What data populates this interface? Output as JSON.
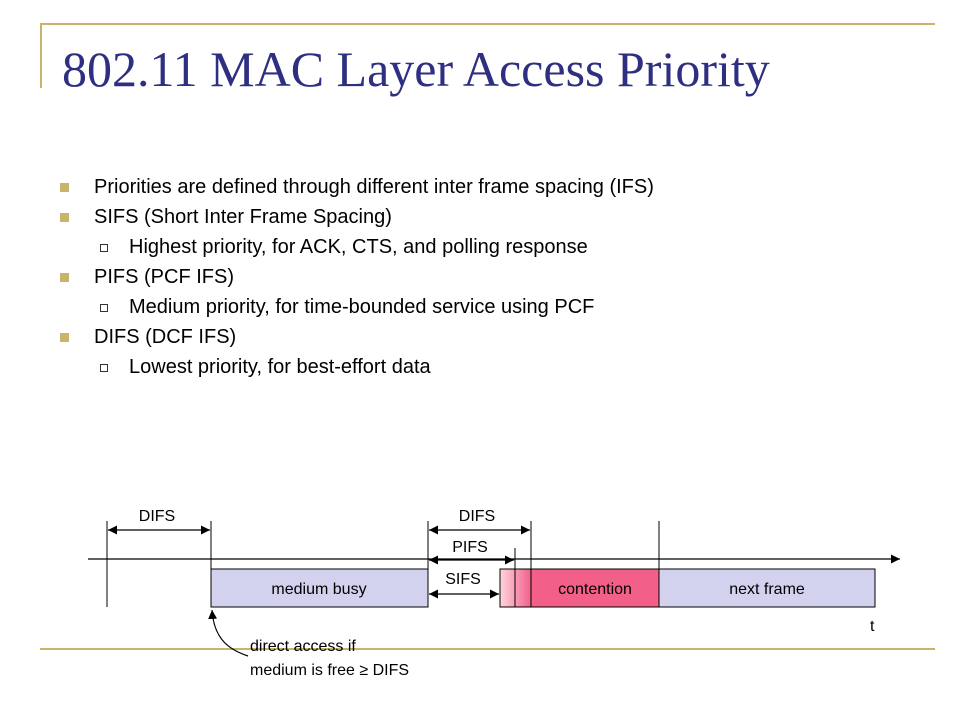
{
  "slide": {
    "title": "802.11 MAC Layer Access Priority",
    "bullets": [
      {
        "level": 1,
        "text": "Priorities are defined through different inter frame spacing (IFS)"
      },
      {
        "level": 1,
        "text": "SIFS (Short Inter Frame Spacing)"
      },
      {
        "level": 2,
        "text": "Highest priority, for ACK, CTS, and polling response"
      },
      {
        "level": 1,
        "text": "PIFS (PCF IFS)"
      },
      {
        "level": 2,
        "text": "Medium priority, for time-bounded service using PCF"
      },
      {
        "level": 1,
        "text": "DIFS (DCF IFS)"
      },
      {
        "level": 2,
        "text": "Lowest priority, for best-effort data"
      }
    ]
  },
  "diagram": {
    "labels": {
      "difs_left": "DIFS",
      "difs_right": "DIFS",
      "pifs": "PIFS",
      "sifs": "SIFS",
      "medium_busy": "medium busy",
      "contention": "contention",
      "next_frame": "next frame",
      "time_axis": "t",
      "note_line1": "direct access if",
      "note_line2": "medium is free ≥ DIFS"
    },
    "colors": {
      "frame_box": "#d2d2ee",
      "contention": "#f2608a",
      "gradient_light": "#ffd6de",
      "accent_gold": "#c8b46a",
      "title_blue": "#2f2f82"
    }
  }
}
